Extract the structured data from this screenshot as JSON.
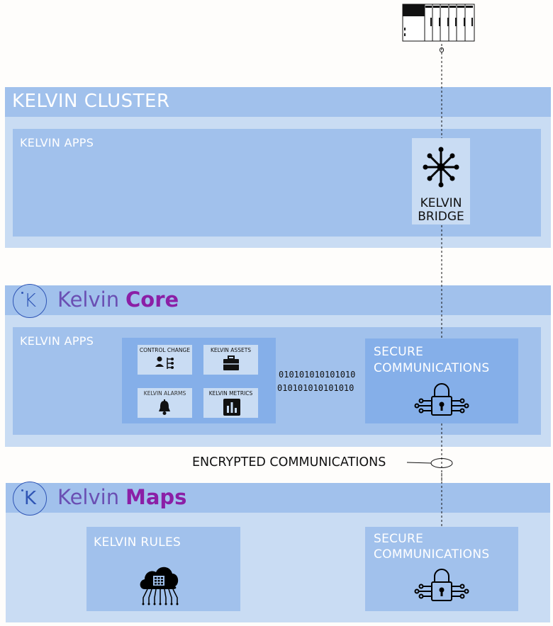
{
  "cluster": {
    "title": "KELVIN CLUSTER",
    "apps_label": "KELVIN APPS",
    "bridge": {
      "line1": "KELVIN",
      "line2": "BRIDGE"
    }
  },
  "core": {
    "logo_word": "Kelvin",
    "logo_product": "Core",
    "logo_mark": "K",
    "apps_label": "KELVIN APPS",
    "tiles": [
      "CONTROL CHANGE",
      "KELVIN ASSETS",
      "KELVIN ALARMS",
      "KELVIN METRICS"
    ],
    "binary": [
      "010101010101010",
      "010101010101010"
    ],
    "secure": {
      "line1": "SECURE",
      "line2": "COMMUNICATIONS"
    }
  },
  "encrypted_label": "ENCRYPTED COMMUNICATIONS",
  "maps": {
    "logo_word": "Kelvin",
    "logo_product": "Maps",
    "logo_mark": "K",
    "rules_label": "KELVIN RULES",
    "secure": {
      "line1": "SECURE",
      "line2": "COMMUNICATIONS"
    }
  },
  "colors": {
    "band": "#c9dcf3",
    "header": "#a1c1ec",
    "inner_box": "#85afe9",
    "logo_word": "#6a4fb3",
    "logo_product": "#8b1fa6",
    "logo_ring": "#2f55b5"
  }
}
